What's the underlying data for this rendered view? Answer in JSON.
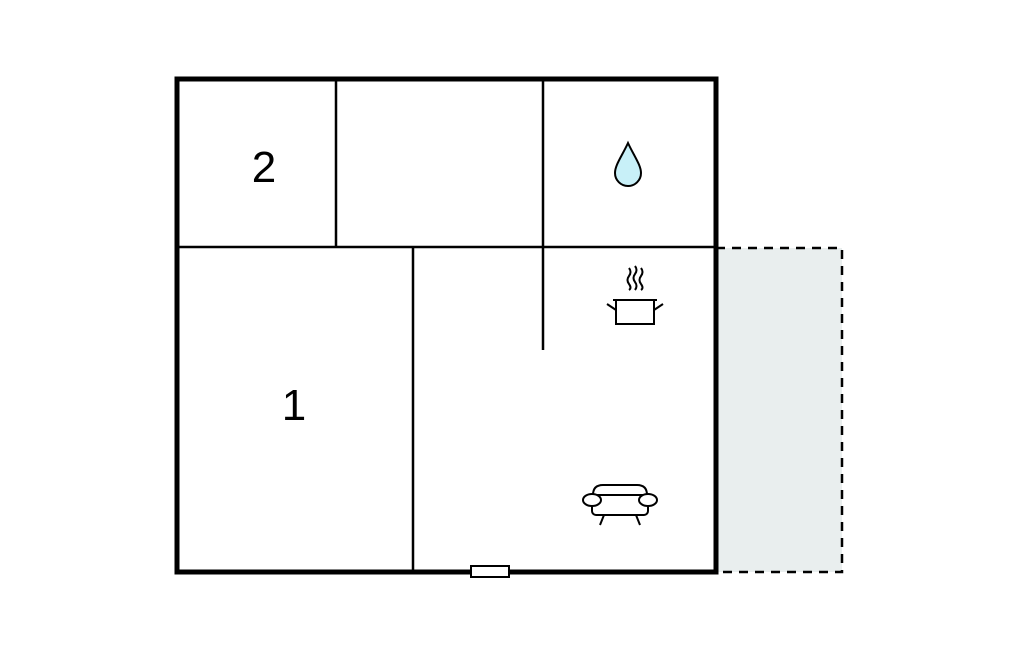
{
  "floorplan": {
    "rooms": [
      {
        "id": "bedroom-2",
        "label": "2"
      },
      {
        "id": "bedroom-1",
        "label": "1"
      }
    ],
    "icons": {
      "bathroom": "water-drop-icon",
      "kitchen": "cooking-pot-icon",
      "living_room": "sofa-icon",
      "entrance": "door-marker"
    },
    "colors": {
      "wall": "#000000",
      "terrace_fill": "#e9eeee",
      "water_drop": "#c8f0f8",
      "background": "#ffffff"
    }
  }
}
